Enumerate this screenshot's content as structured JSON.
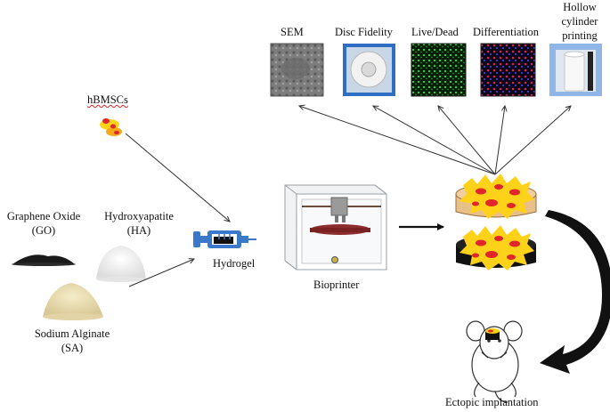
{
  "labels": {
    "sem": "SEM",
    "disc_fidelity": "Disc Fidelity",
    "live_dead": "Live/Dead",
    "differentiation": "Differentiation",
    "hollow_line1": "Hollow",
    "hollow_line2": "cylinder",
    "hollow_line3": "printing",
    "hbmscs": "hBMSCs",
    "graphene_line1": "Graphene Oxide",
    "graphene_line2": "(GO)",
    "ha_line1": "Hydroxyapatite",
    "ha_line2": "(HA)",
    "sa_line1": "Sodium Alginate",
    "sa_line2": "(SA)",
    "hydrogel": "Hydrogel",
    "bioprinter": "Bioprinter",
    "ectopic": "Ectopic implantation"
  },
  "colors": {
    "arrow": "#333333",
    "scaffold_tan": "#e8c08a",
    "scaffold_black": "#111111",
    "cell_yellow": "#ffd21a",
    "cell_red": "#e0262b",
    "syringe_blue": "#3a78c9",
    "live_green": "#29c63a",
    "diff_red": "#d8234a",
    "diff_blue": "#3a3fd8"
  }
}
